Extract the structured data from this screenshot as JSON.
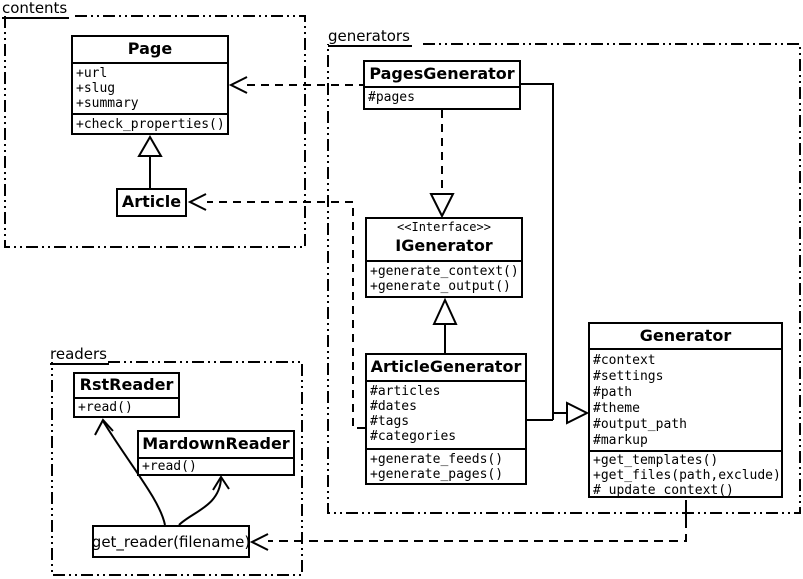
{
  "packages": {
    "contents": {
      "label": "contents"
    },
    "generators": {
      "label": "generators"
    },
    "readers": {
      "label": "readers"
    }
  },
  "classes": {
    "page": {
      "title": "Page",
      "attributes": [
        "+url",
        "+slug",
        "+summary"
      ],
      "methods": [
        "+check_properties()"
      ]
    },
    "article": {
      "title": "Article"
    },
    "pages_generator": {
      "title": "PagesGenerator",
      "attributes": [
        "#pages"
      ]
    },
    "igenerator": {
      "stereotype": "<<Interface>>",
      "title": "IGenerator",
      "methods": [
        "+generate_context()",
        "+generate_output()"
      ]
    },
    "article_generator": {
      "title": "ArticleGenerator",
      "attributes": [
        "#articles",
        "#dates",
        "#tags",
        "#categories"
      ],
      "methods": [
        "+generate_feeds()",
        "+generate_pages()"
      ]
    },
    "generator": {
      "title": "Generator",
      "attributes": [
        "#context",
        "#settings",
        "#path",
        "#theme",
        "#output_path",
        "#markup"
      ],
      "methods": [
        "+get_templates()",
        "+get_files(path,exclude)",
        "#_update_context()"
      ]
    },
    "rst_reader": {
      "title": "RstReader",
      "methods": [
        "+read()"
      ]
    },
    "mardown_reader": {
      "title": "MardownReader",
      "methods": [
        "+read()"
      ]
    },
    "get_reader": {
      "title": "get_reader(filename)"
    }
  },
  "relationships": [
    {
      "from": "Article",
      "to": "Page",
      "type": "inheritance"
    },
    {
      "from": "PagesGenerator",
      "to": "Page",
      "type": "dependency"
    },
    {
      "from": "ArticleGenerator",
      "to": "Article",
      "type": "dependency"
    },
    {
      "from": "PagesGenerator",
      "to": "IGenerator",
      "type": "realization"
    },
    {
      "from": "ArticleGenerator",
      "to": "IGenerator",
      "type": "inheritance"
    },
    {
      "from": "PagesGenerator",
      "to": "Generator",
      "type": "inheritance"
    },
    {
      "from": "ArticleGenerator",
      "to": "Generator",
      "type": "inheritance"
    },
    {
      "from": "Generator",
      "to": "get_reader(filename)",
      "type": "dependency"
    },
    {
      "from": "get_reader(filename)",
      "to": "RstReader",
      "type": "arrow"
    },
    {
      "from": "get_reader(filename)",
      "to": "MardownReader",
      "type": "arrow"
    }
  ],
  "colors": {
    "line": "#000000",
    "background": "#ffffff",
    "box_fill": "#ffffff"
  }
}
